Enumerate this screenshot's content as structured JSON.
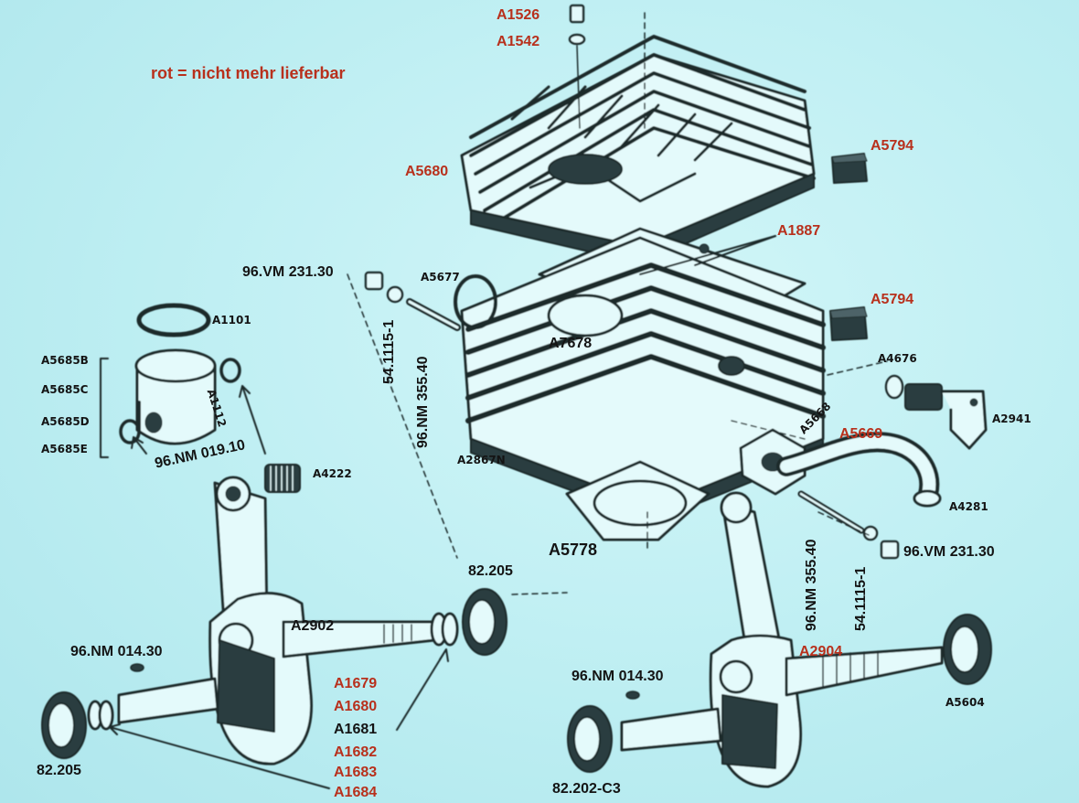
{
  "legend": "rot = nicht mehr lieferbar",
  "colors": {
    "background": "#bdeef2",
    "ink": "#141414",
    "not_available": "#b8301c",
    "part_fill": "#e4fafb"
  },
  "labels": {
    "a1526": "A1526",
    "a1542": "A1542",
    "a5680": "A5680",
    "a5794_top": "A5794",
    "a1887": "A1887",
    "vm231_top": "96.VM 231.30",
    "a5677": "A5677",
    "s541115_top": "54.1115-1",
    "nm35540_top": "96.NM 355.40",
    "a5794_mid": "A5794",
    "a7678": "A7678",
    "a4676": "A4676",
    "a1101": "A1101",
    "a5685b": "A5685B",
    "a5685c": "A5685C",
    "a5685d": "A5685D",
    "a5685e": "A5685E",
    "a1112": "A1112",
    "nm01910": "96.NM 019.10",
    "a4222": "A4222",
    "a2867n": "A2867N",
    "a5668": "A5668",
    "a5669": "A5669",
    "a2941": "A2941",
    "a4281": "A4281",
    "a5778": "A5778",
    "nm35540_right": "96.NM 355.40",
    "s541115_right": "54.1115-1",
    "vm231_right": "96.VM 231.30",
    "b82205_right": "82.205",
    "a2902": "A2902",
    "nm01430_left": "96.NM 014.30",
    "a1679": "A1679",
    "a1680": "A1680",
    "a1681": "A1681",
    "a1682": "A1682",
    "a1683": "A1683",
    "a1684": "A1684",
    "b82205_left": "82.205",
    "a2904": "A2904",
    "nm01430_right": "96.NM 014.30",
    "a5604": "A5604",
    "b82202c3": "82.202-C3"
  },
  "parts": {
    "cylinder_head": "cylinder-head",
    "head_gasket": "head-gasket",
    "cylinder": "cylinder",
    "base_gasket": "base-gasket",
    "piston": "piston",
    "piston_ring": "piston-ring",
    "needle_bearing": "needle-bearing",
    "cap_nut": "cap-nut",
    "washer": "washer",
    "rubber_block": "rubber-block",
    "intake_pipe": "intake-pipe",
    "valve": "valve",
    "crankshaft": "crankshaft",
    "ball_bearing": "ball-bearing"
  }
}
